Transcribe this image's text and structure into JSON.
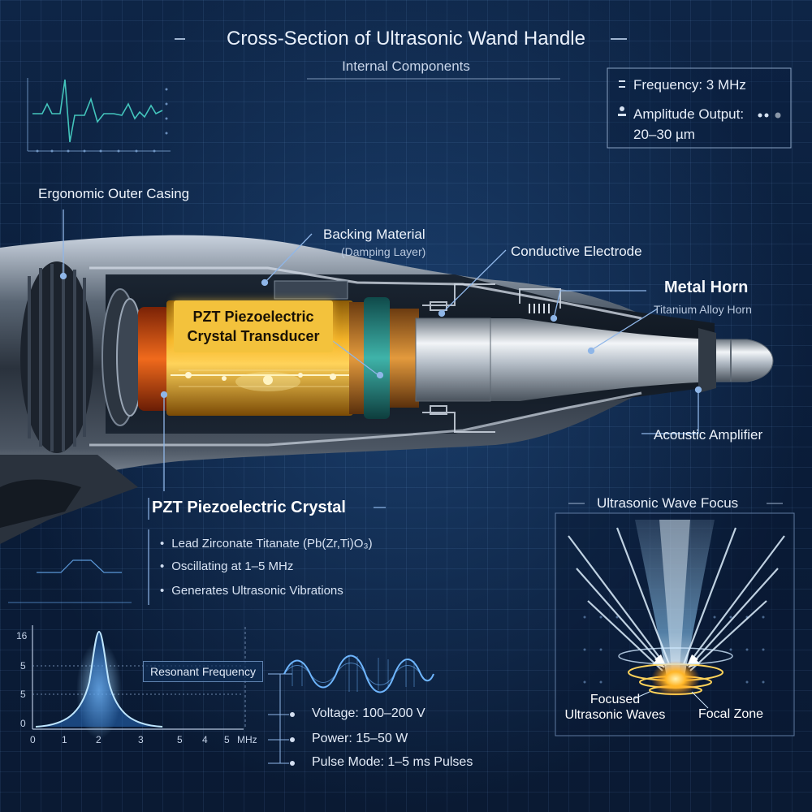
{
  "header": {
    "title": "Cross-Section of Ultrasonic Wand Handle",
    "subtitle": "Internal Components"
  },
  "specs": {
    "frequency": "Frequency: 3 MHz",
    "amplitude_line1": "Amplitude Output:",
    "amplitude_line2": "20–30 µm"
  },
  "callouts": {
    "casing": "Ergonomic Outer Casing",
    "backing": "Backing Material",
    "backing_sub": "(Damping Layer)",
    "electrode": "Conductive Electrode",
    "horn": "Metal Horn",
    "horn_sub": "Titanium Alloy Horn",
    "amplifier": "Acoustic Amplifier",
    "crystal_label": "PZT Piezoelectric Crystal Transducer"
  },
  "crystal": {
    "heading": "PZT Piezoelectric Crystal",
    "bullets": [
      "Lead Zirconate Titanate (Pb(Zr,Ti)O₃)",
      "Oscillating at 1–5 MHz",
      "Generates Ultrasonic Vibrations"
    ]
  },
  "graph": {
    "resonant_label": "Resonant Frequency",
    "y_ticks": [
      "16",
      "5",
      "5",
      "0"
    ],
    "x_ticks": [
      "0",
      "1",
      "2",
      "3",
      "5",
      "4",
      "5",
      "MHz"
    ]
  },
  "params": [
    "Voltage: 100–200 V",
    "Power: 15–50 W",
    "Pulse Mode: 1–5 ms Pulses"
  ],
  "focus": {
    "title": "Ultrasonic Wave Focus",
    "focused_label": "Focused Ultrasonic Waves",
    "zone_label": "Focal Zone"
  },
  "colors": {
    "background": "#0b1f3c",
    "accent_blue": "#6fb6ff",
    "crystal_gold": "#f3c23c",
    "crystal_orange": "#e2551a"
  }
}
